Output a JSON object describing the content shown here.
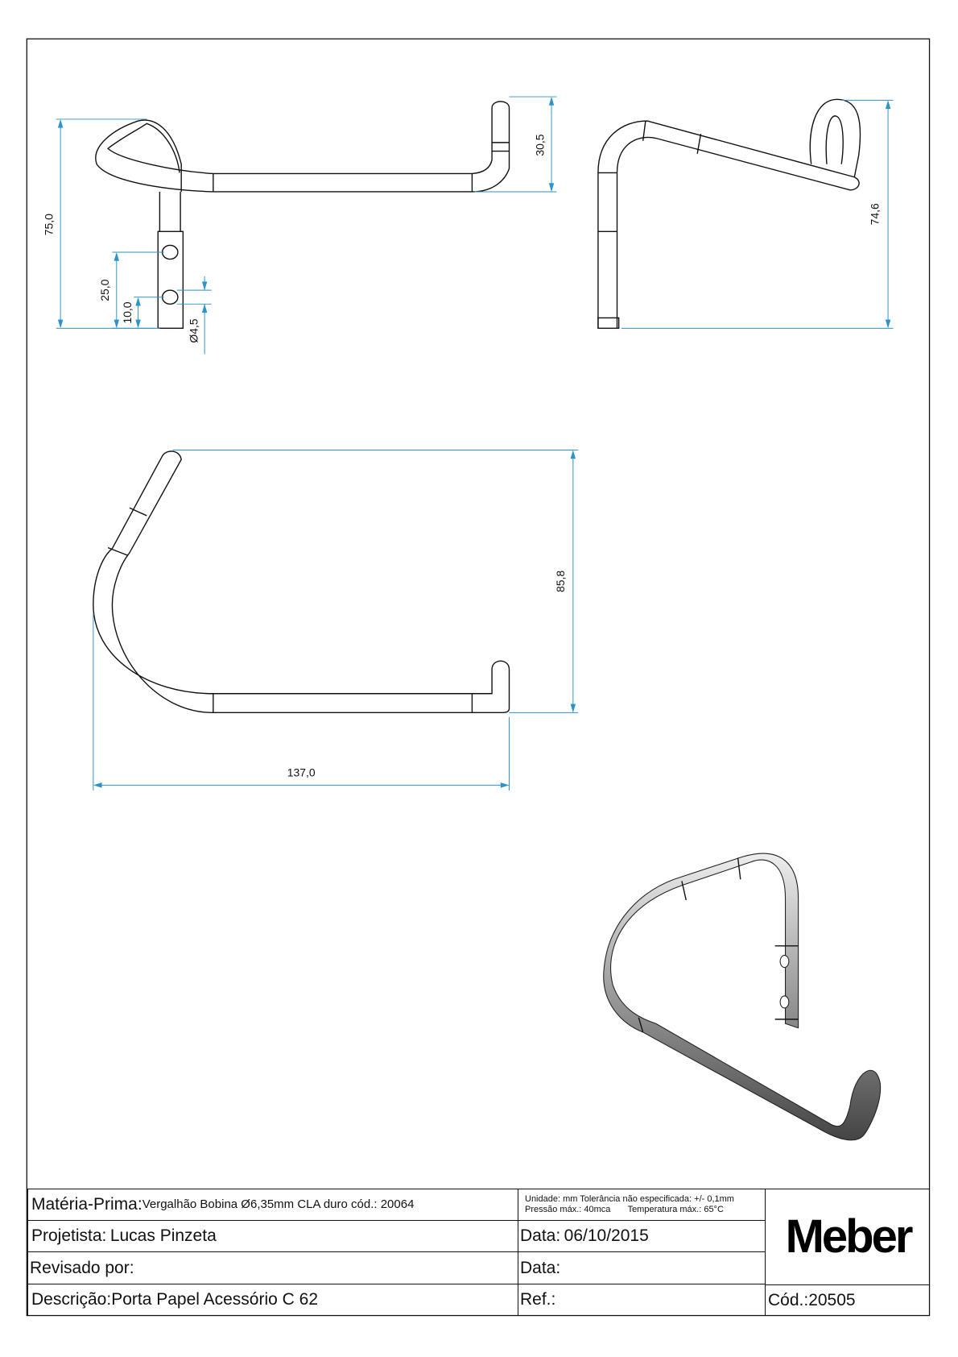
{
  "dimensions": {
    "front_height": "75,0",
    "hole_upper": "25,0",
    "hole_lower": "10,0",
    "hole_diameter": "Ø4,5",
    "hook_height": "30,5",
    "side_height": "74,6",
    "top_depth": "85,8",
    "top_width": "137,0"
  },
  "colors": {
    "dimension": "#2a93c9",
    "line": "#111111"
  },
  "title_block": {
    "materia_label": "Matéria-Prima:",
    "materia_value": "Vergalhão  Bobina Ø6,35mm CLA duro cód.: 20064",
    "notes_line1": "Unidade: mm Tolerância não especificada: +/- 0,1mm",
    "notes_line2": "Pressão máx.: 40mca       Temperatura máx.: 65°C",
    "projetista_label": "Projetista:",
    "projetista_value": "Lucas Pinzeta",
    "data1_label": "Data:",
    "data1_value": "06/10/2015",
    "revisado_label": "Revisado por:",
    "data2_label": "Data:",
    "descricao_label": "Descrição:",
    "descricao_value": "Porta Papel Acessório C 62",
    "ref_label": "Ref.:",
    "cod_label": "Cód.:",
    "cod_value": "20505",
    "logo": "Meber"
  }
}
